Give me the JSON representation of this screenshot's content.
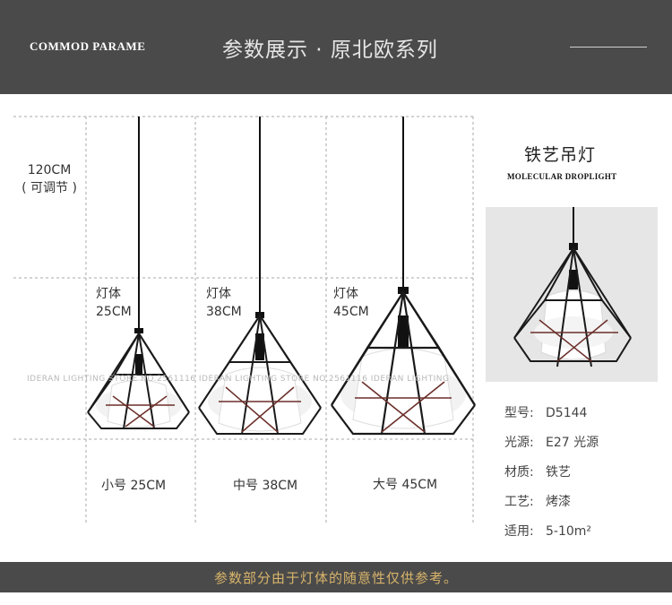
{
  "header": {
    "brand": "COMMOD PARAME",
    "title": "参数展示 · 原北欧系列"
  },
  "dimensions": {
    "cord_length": "120CM",
    "cord_note": "( 可调节 )",
    "body_label": "灯体",
    "small_body": "25CM",
    "medium_body": "38CM",
    "large_body": "45CM"
  },
  "sizes": {
    "small": "小号 25CM",
    "medium": "中号 38CM",
    "large": "大号 45CM"
  },
  "watermark": "IDERAN LIGHTING    STORE NO.2561116    IDERAN LIGHTING    STORE NO.2561116    IDERAN LIGHTING",
  "product": {
    "name": "铁艺吊灯",
    "subtitle": "MOLECULAR DROPLIGHT"
  },
  "specs": [
    {
      "key": "型号:",
      "value": "D5144"
    },
    {
      "key": "光源:",
      "value": "E27 光源"
    },
    {
      "key": "材质:",
      "value": "铁艺"
    },
    {
      "key": "工艺:",
      "value": "烤漆"
    },
    {
      "key": "适用:",
      "value": "5-10m²"
    }
  ],
  "footer": {
    "note": "参数部分由于灯体的随意性仅供参考。"
  },
  "colors": {
    "header_bg": "#4a4a4a",
    "footer_text": "#d8b46a",
    "lamp_frame": "#1a1a1a",
    "lamp_accent": "#6b2f2a"
  },
  "icons": [
    "pendant-lamp-small",
    "pendant-lamp-medium",
    "pendant-lamp-large",
    "pendant-lamp-photo"
  ]
}
